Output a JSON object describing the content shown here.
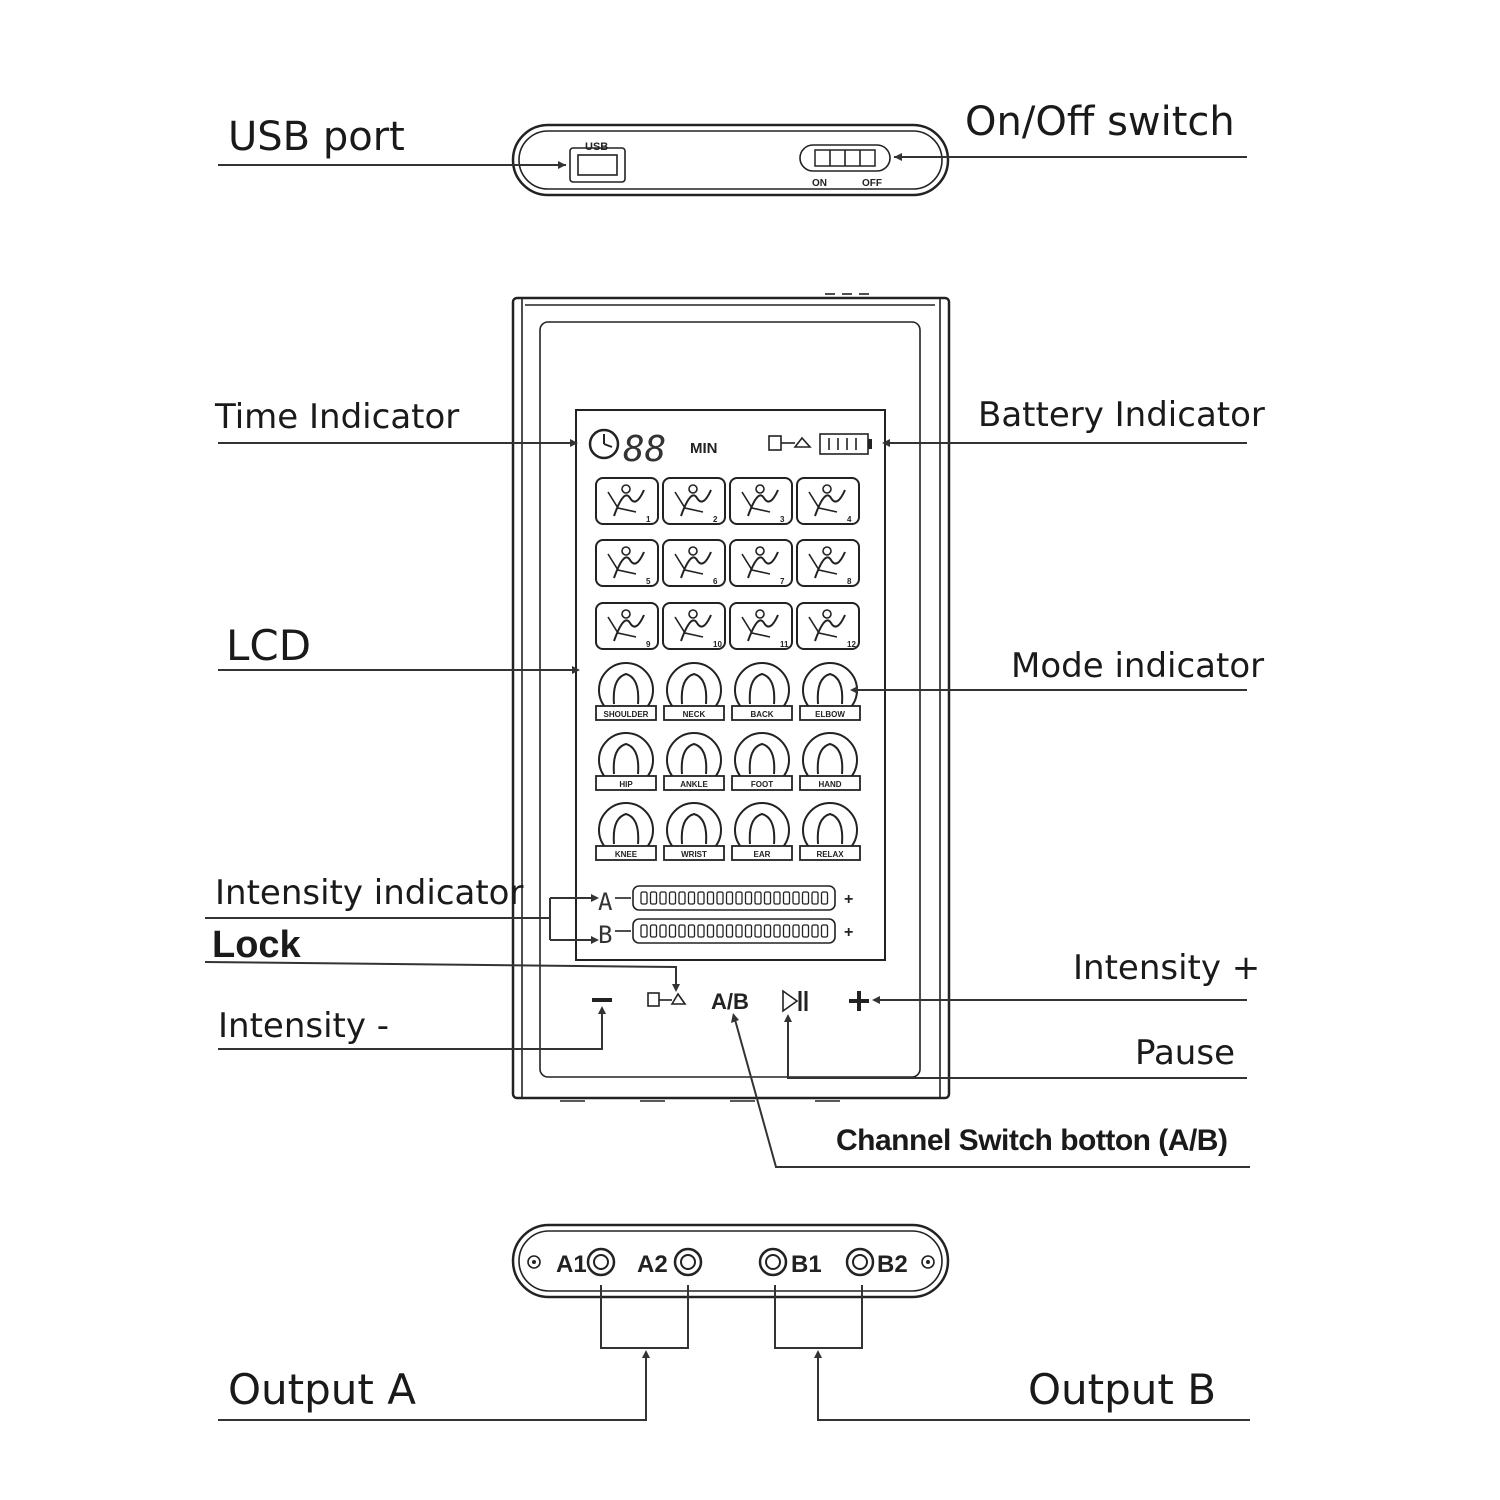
{
  "labels": {
    "usb_port": "USB  port",
    "on_off_switch": "On/Off  switch",
    "time_indicator": "Time Indicator",
    "battery_indicator": "Battery Indicator",
    "lcd": "LCD",
    "mode_indicator": "Mode indicator",
    "intensity_indicator": "Intensity indicator",
    "lock": "Lock",
    "intensity_plus": "Intensity +",
    "intensity_minus": "Intensity -",
    "pause": "Pause",
    "channel_switch": "Channel Switch botton (A/B)",
    "output_a": "Output    A",
    "output_b": "Output    B"
  },
  "device_top": {
    "usb_text": "USB",
    "on_text": "ON",
    "off_text": "OFF"
  },
  "lcd": {
    "time_digits": "88",
    "time_unit": "MIN",
    "channel_a": "A",
    "channel_b": "B",
    "body_part_labels": [
      "SHOULDER",
      "NECK",
      "BACK",
      "ELBOW",
      "HIP",
      "ANKLE",
      "FOOT",
      "HAND",
      "KNEE",
      "WRIST",
      "EAR",
      "RELAX"
    ],
    "program_numbers": [
      "1",
      "2",
      "3",
      "4",
      "5",
      "6",
      "7",
      "8",
      "9",
      "10",
      "11",
      "12"
    ]
  },
  "buttons": {
    "minus": "−",
    "ab": "A/B",
    "play_pause": "▷II",
    "plus": "+"
  },
  "device_bottom": {
    "jacks": [
      "A1",
      "A2",
      "B1",
      "B2"
    ]
  }
}
